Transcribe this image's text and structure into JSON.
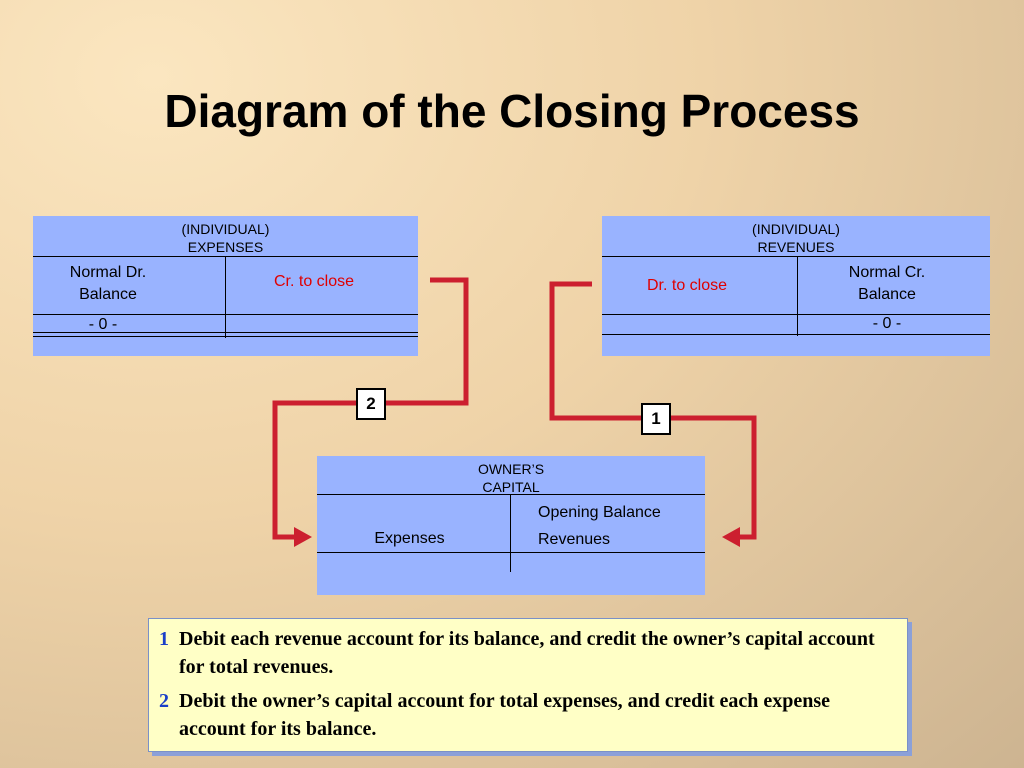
{
  "title": "Diagram of the Closing Process",
  "expenses_account": {
    "header_line1": "(INDIVIDUAL)",
    "header_line2": "EXPENSES",
    "left_line1": "Normal Dr.",
    "left_line2": "Balance",
    "right": "Cr. to close",
    "left_bottom": "- 0 -"
  },
  "revenues_account": {
    "header_line1": "(INDIVIDUAL)",
    "header_line2": "REVENUES",
    "left": "Dr. to close",
    "right_line1": "Normal Cr.",
    "right_line2": "Balance",
    "right_bottom": "- 0 -"
  },
  "capital_account": {
    "header_line1": "OWNER’S",
    "header_line2": "CAPITAL",
    "left": "Expenses",
    "right_line1": "Opening Balance",
    "right_line2": "Revenues"
  },
  "step_labels": {
    "one": "1",
    "two": "2"
  },
  "arrow_color": "#cc1f2f",
  "notes": [
    {
      "num": "1",
      "text": "Debit each revenue account for its balance, and credit the owner’s capital account for total revenues."
    },
    {
      "num": "2",
      "text": "Debit the owner’s capital account for total expenses, and credit each expense account for its balance."
    }
  ]
}
